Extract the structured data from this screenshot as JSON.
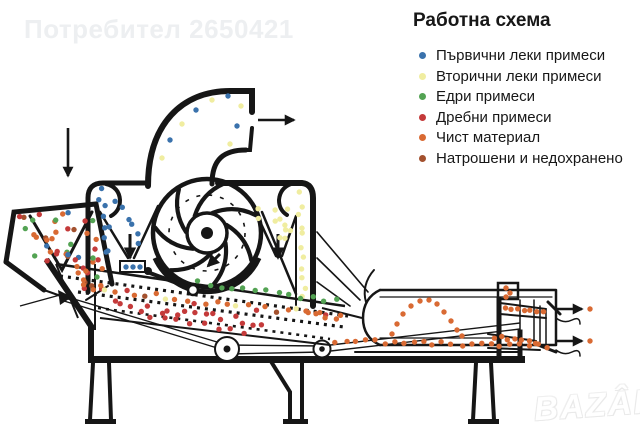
{
  "watermark": {
    "user": "Потребител 2650421",
    "logo": "BAZÂR"
  },
  "legend": {
    "title": "Работна схема",
    "items": [
      {
        "name": "primary-light-impurities",
        "label": "Първични леки примеси",
        "color": "#3a72ac"
      },
      {
        "name": "secondary-light-impurities",
        "label": "Вторични леки примеси",
        "color": "#f0eda0"
      },
      {
        "name": "large-impurities",
        "label": "Едри примеси",
        "color": "#53a353"
      },
      {
        "name": "fine-impurities",
        "label": "Дребни примеси",
        "color": "#c43a3a"
      },
      {
        "name": "clean-material",
        "label": "Чист материал",
        "color": "#d96a33"
      },
      {
        "name": "broken-underdeveloped",
        "label": "Натрошени и недохранено",
        "color": "#a3512e"
      }
    ]
  },
  "diagram": {
    "ink": "#161616",
    "description": "Работна схема на зърночистачна машина"
  }
}
